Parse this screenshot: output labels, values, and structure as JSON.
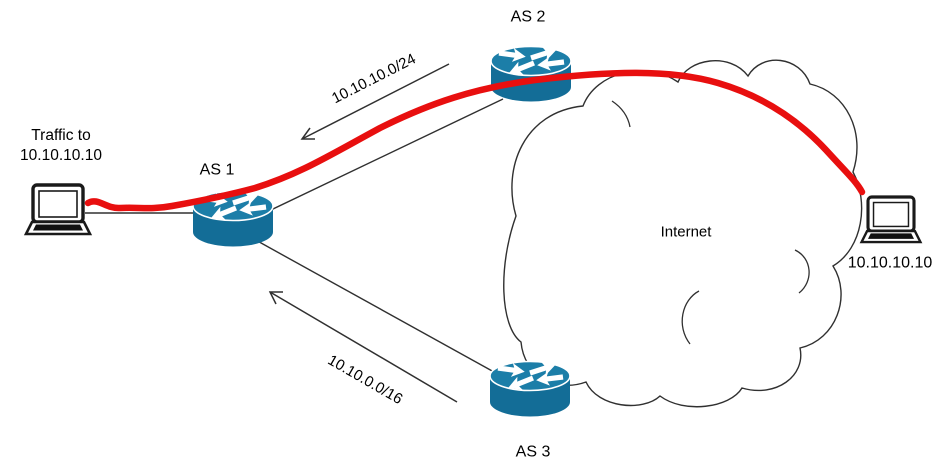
{
  "diagram": {
    "title": "BGP prefix advertisement network diagram",
    "labels": {
      "traffic_line1": "Traffic to",
      "traffic_line2": "10.10.10.10",
      "as1": "AS 1",
      "as2": "AS 2",
      "as3": "AS 3",
      "internet": "Internet",
      "dest_ip": "10.10.10.10",
      "route_specific": "10.10.10.0/24",
      "route_general": "10.10.0.0/16"
    },
    "icons": {
      "router": "cisco-router-cylinder-with-arrows",
      "laptop": "laptop-outline",
      "cloud": "internet-cloud"
    },
    "colors": {
      "router_top": "#1c7ea8",
      "router_body": "#136d97",
      "traffic_path": "#e80f0f",
      "line": "#303030",
      "text": "#000000",
      "background": "#ffffff"
    }
  }
}
